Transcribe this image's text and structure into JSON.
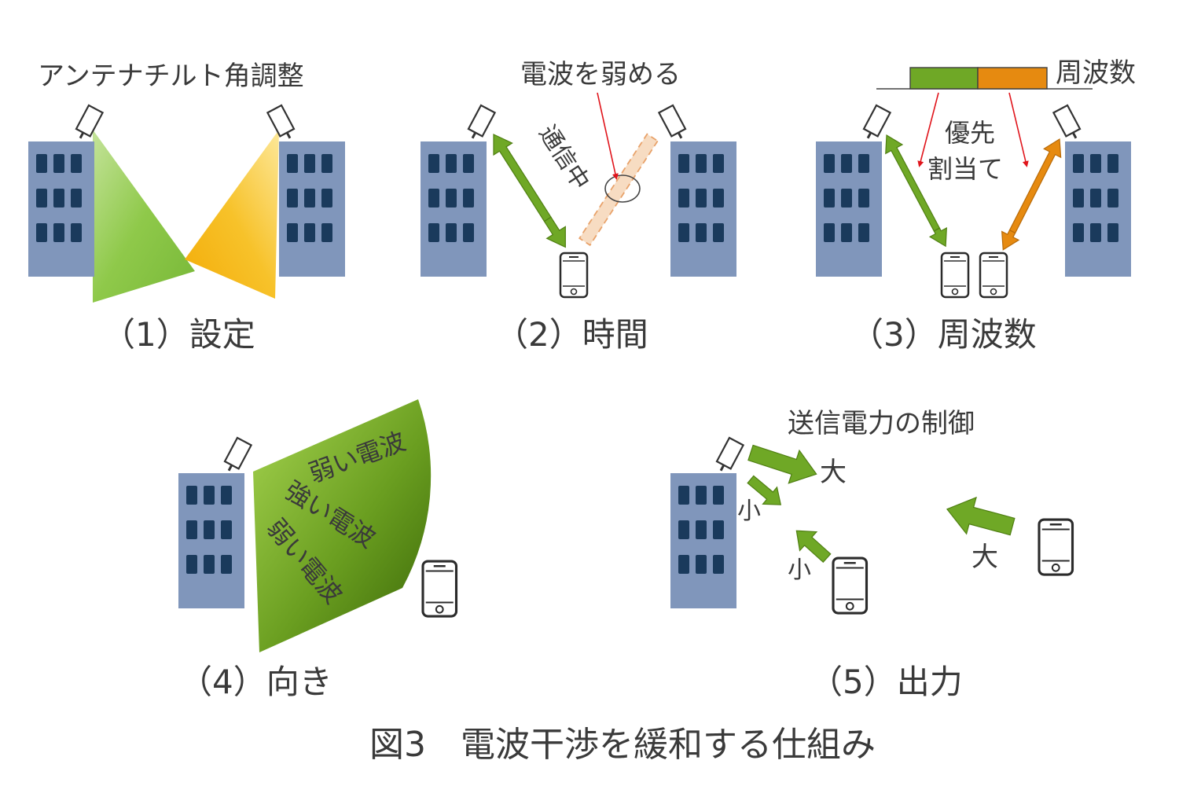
{
  "panel1": {
    "annotation": "アンテナチルト角調整",
    "caption": "（1）設定"
  },
  "panel2": {
    "annotation": "電波を弱める",
    "link_label": "通信中",
    "caption": "（2）時間"
  },
  "panel3": {
    "band_label": "周波数",
    "annotation_line1": "優先",
    "annotation_line2": "割当て",
    "caption": "（3）周波数"
  },
  "panel4": {
    "wave_outer": "弱い電波",
    "wave_center": "強い電波",
    "wave_inner": "弱い電波",
    "caption": "（4）向き"
  },
  "panel5": {
    "annotation": "送信電力の制御",
    "large1": "大",
    "small1": "小",
    "small2": "小",
    "large2": "大",
    "caption": "（5）出力"
  },
  "figure_title": "図3　電波干渉を緩和する仕組み",
  "colors": {
    "building": "#8096bb",
    "window": "#1a3a5c",
    "green": "#6fa826",
    "orange": "#e68a10",
    "yellow_beam": "#f6b80e",
    "red_arrow": "#e0141b",
    "text": "#3a3a3a"
  }
}
